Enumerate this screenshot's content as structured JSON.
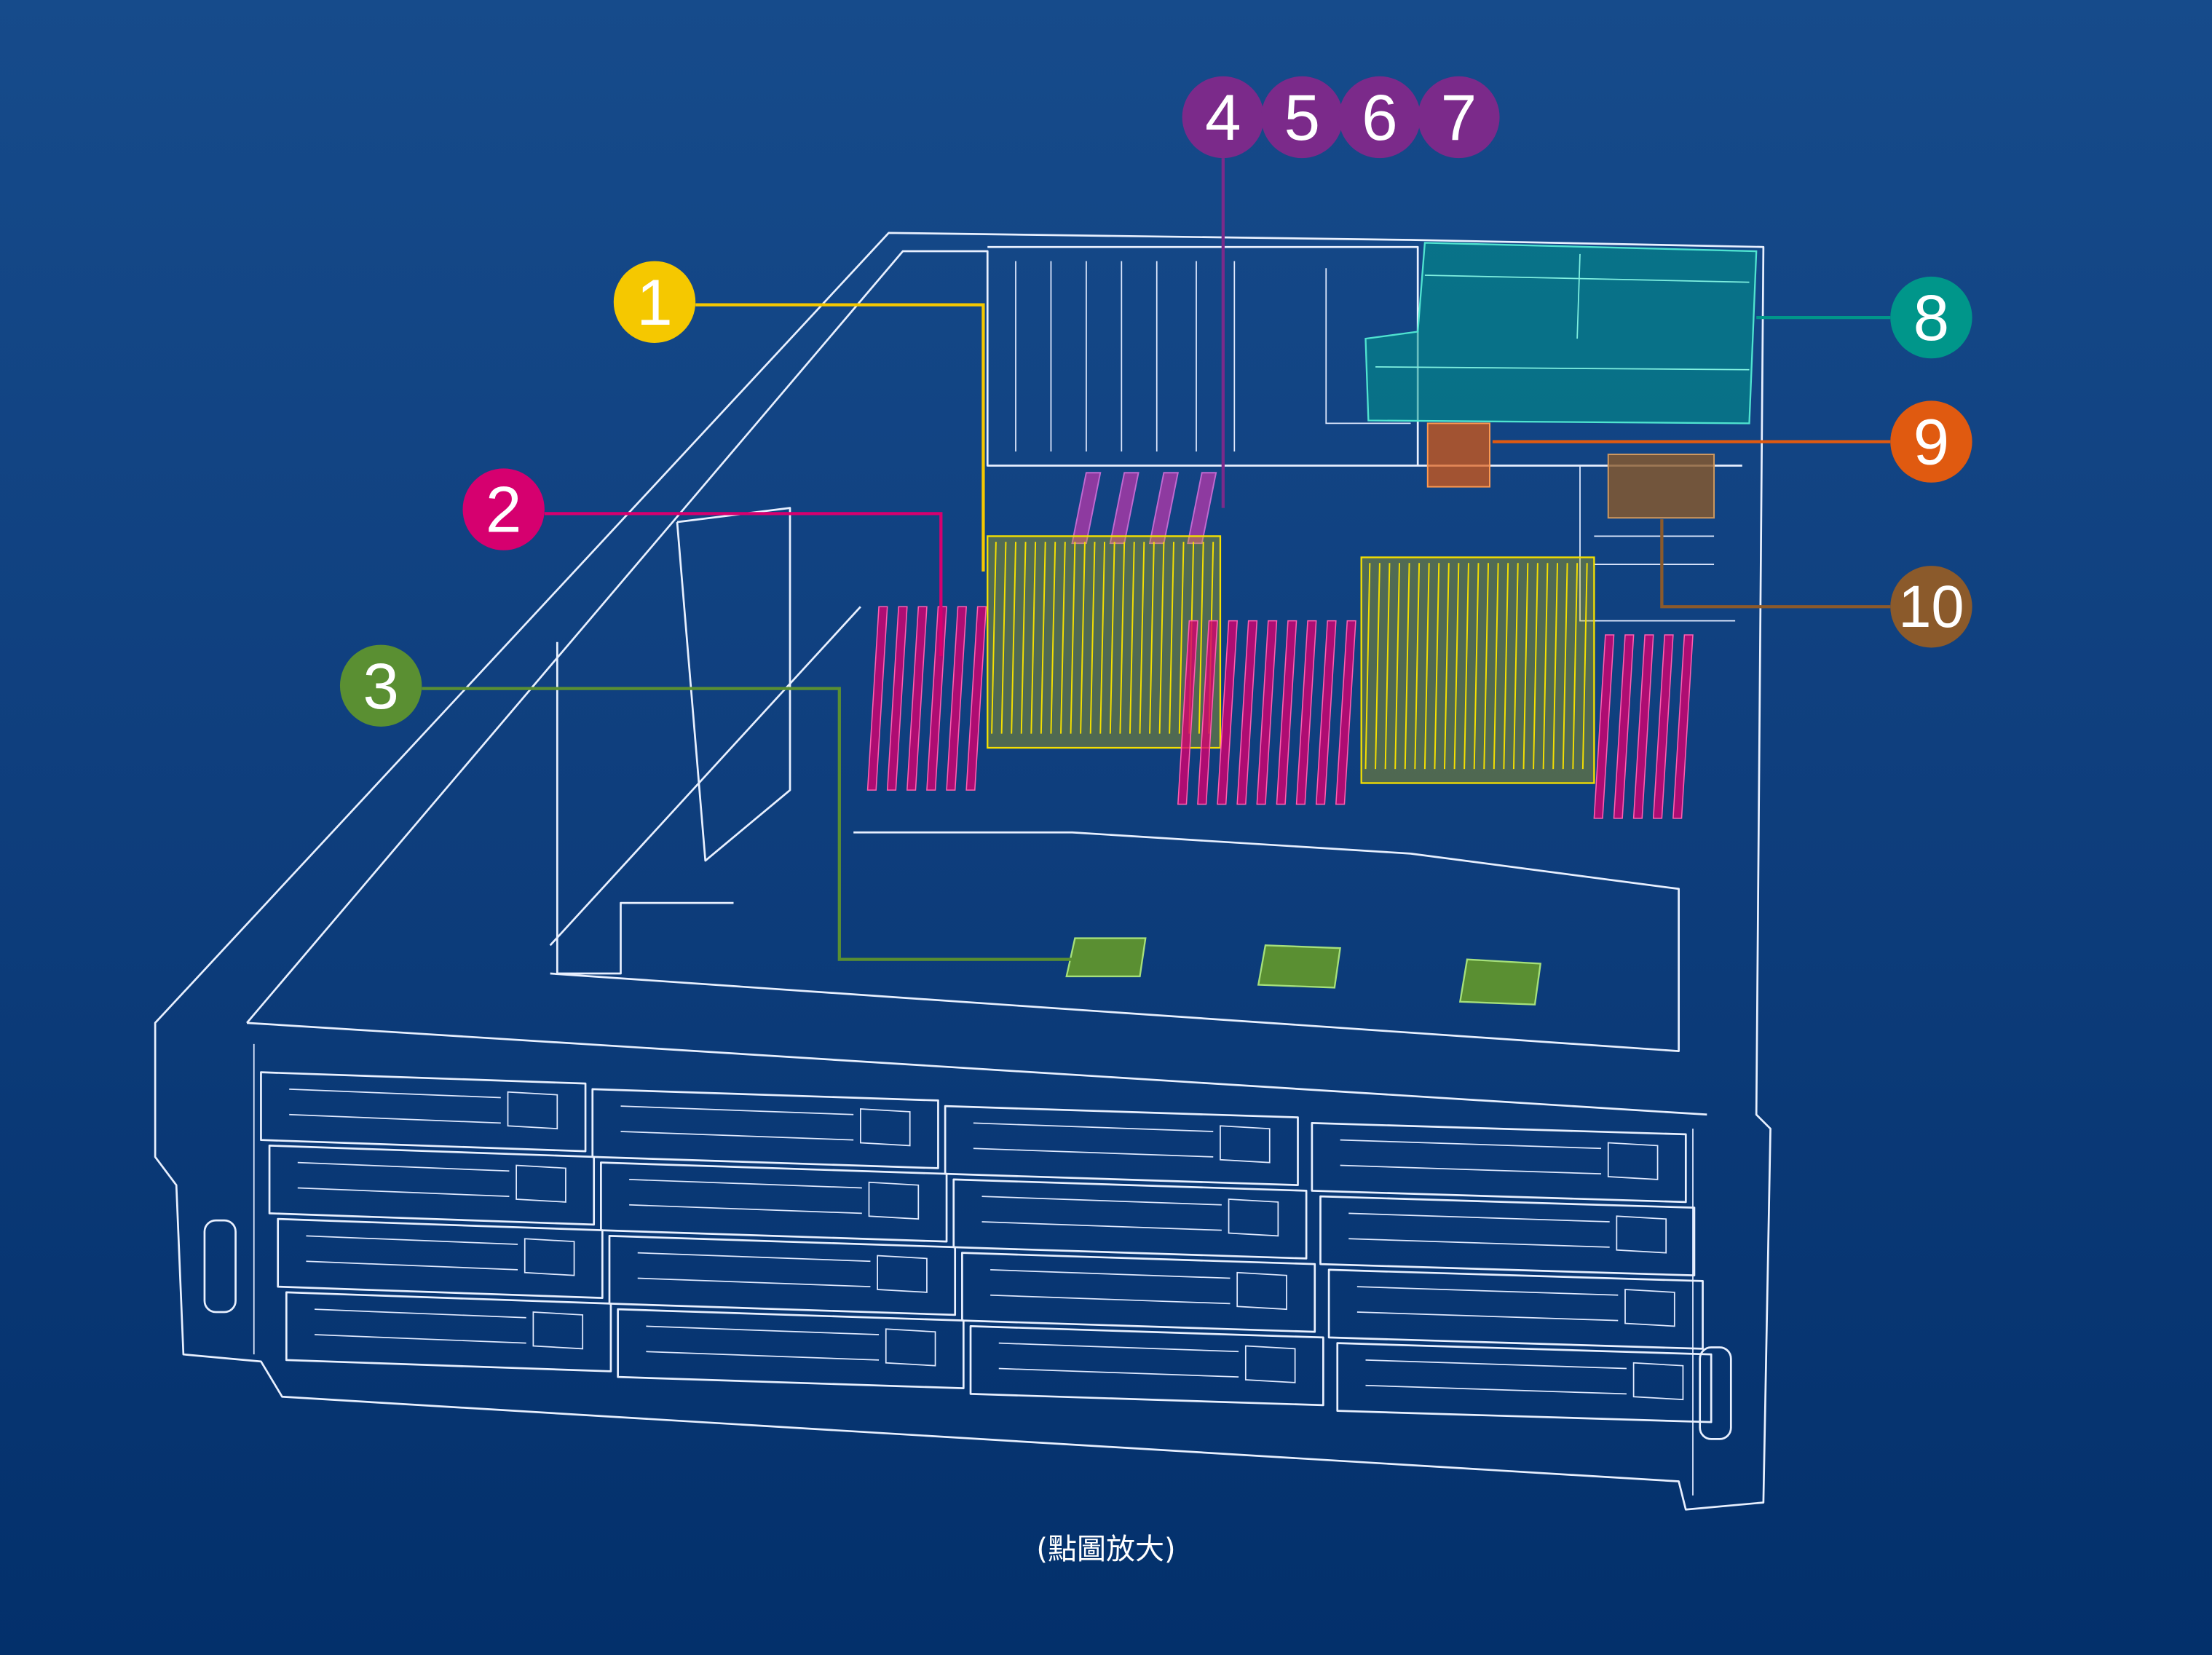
{
  "caption": "(點圖放大)",
  "callouts": [
    {
      "label": "1",
      "target": "heatsink",
      "color": "#f5c800"
    },
    {
      "label": "2",
      "target": "memory",
      "color": "#d6006f"
    },
    {
      "label": "3",
      "target": "chips",
      "color": "#5a8f32"
    },
    {
      "label": "4",
      "target": "pcie-slot",
      "color": "#7b2a8a"
    },
    {
      "label": "5",
      "target": "pcie-slot",
      "color": "#7b2a8a"
    },
    {
      "label": "6",
      "target": "pcie-slot",
      "color": "#7b2a8a"
    },
    {
      "label": "7",
      "target": "pcie-slot",
      "color": "#7b2a8a"
    },
    {
      "label": "8",
      "target": "rear-drive-cage",
      "color": "#00968a"
    },
    {
      "label": "9",
      "target": "component",
      "color": "#e05a10"
    },
    {
      "label": "10",
      "target": "connector-block",
      "color": "#8b5a2b"
    }
  ]
}
